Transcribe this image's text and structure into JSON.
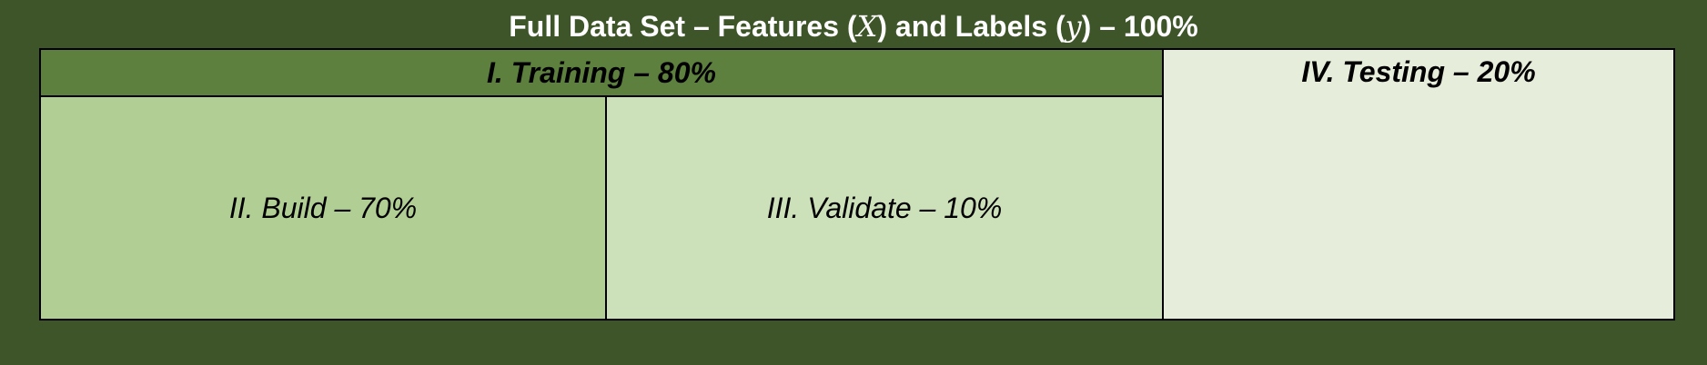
{
  "title": {
    "prefix": "Full Data Set – Features (",
    "features_symbol": "X",
    "middle": ") and Labels (",
    "labels_symbol": "y",
    "suffix": ") – 100%"
  },
  "sections": {
    "training": "I. Training – 80%",
    "build": "II. Build – 70%",
    "validate": "III. Validate – 10%",
    "testing": "IV. Testing – 20%"
  },
  "colors": {
    "background": "#3e5529",
    "training": "#5e803f",
    "build": "#b1cf94",
    "validate": "#cce0ba",
    "testing": "#e6eedb"
  }
}
